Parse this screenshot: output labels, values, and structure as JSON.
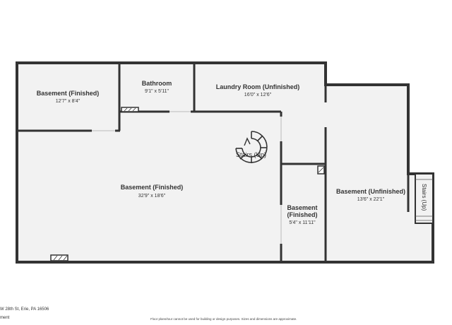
{
  "rooms": [
    {
      "name": "Basement (Finished)",
      "dims": "12'7\" x 8'4\""
    },
    {
      "name": "Bathroom",
      "dims": "9'1\" x 5'11\""
    },
    {
      "name": "Laundry Room (Unfinished)",
      "dims": "16'0\" x 12'6\""
    },
    {
      "name": "Basement (Finished)",
      "dims": "32'9\" x 18'6\""
    },
    {
      "name": "Basement (Finished)",
      "dims": "5'4\" x 11'11\""
    },
    {
      "name": "Basement (Unfinished)",
      "dims": "13'6\" x 22'1\""
    }
  ],
  "stairs": {
    "main": "Stairs (Up)",
    "side": "Stairs (Up)"
  },
  "footer": {
    "address": "W 28th St, Erie, PA 16506",
    "address_cont": "ment",
    "disclaimer": "Floor plans/tour cannot be used for building or design purposes. Sizes and dimensions are approximate."
  }
}
